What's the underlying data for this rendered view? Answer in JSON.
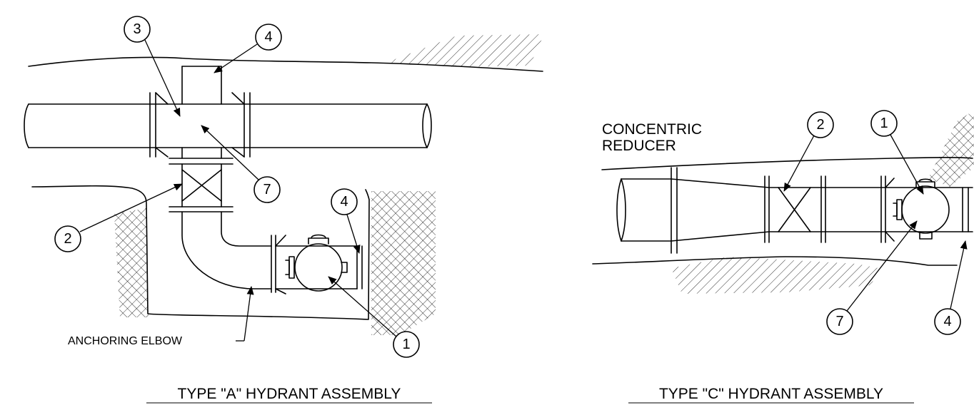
{
  "type_a": {
    "title": "TYPE \"A\" HYDRANT ASSEMBLY",
    "elbow_label": "ANCHORING ELBOW",
    "callouts": [
      "3",
      "4",
      "7",
      "2",
      "4",
      "1"
    ]
  },
  "type_c": {
    "title": "TYPE \"C\" HYDRANT ASSEMBLY",
    "reducer_label_line1": "CONCENTRIC",
    "reducer_label_line2": "REDUCER",
    "callouts": [
      "2",
      "1",
      "7",
      "4"
    ]
  }
}
